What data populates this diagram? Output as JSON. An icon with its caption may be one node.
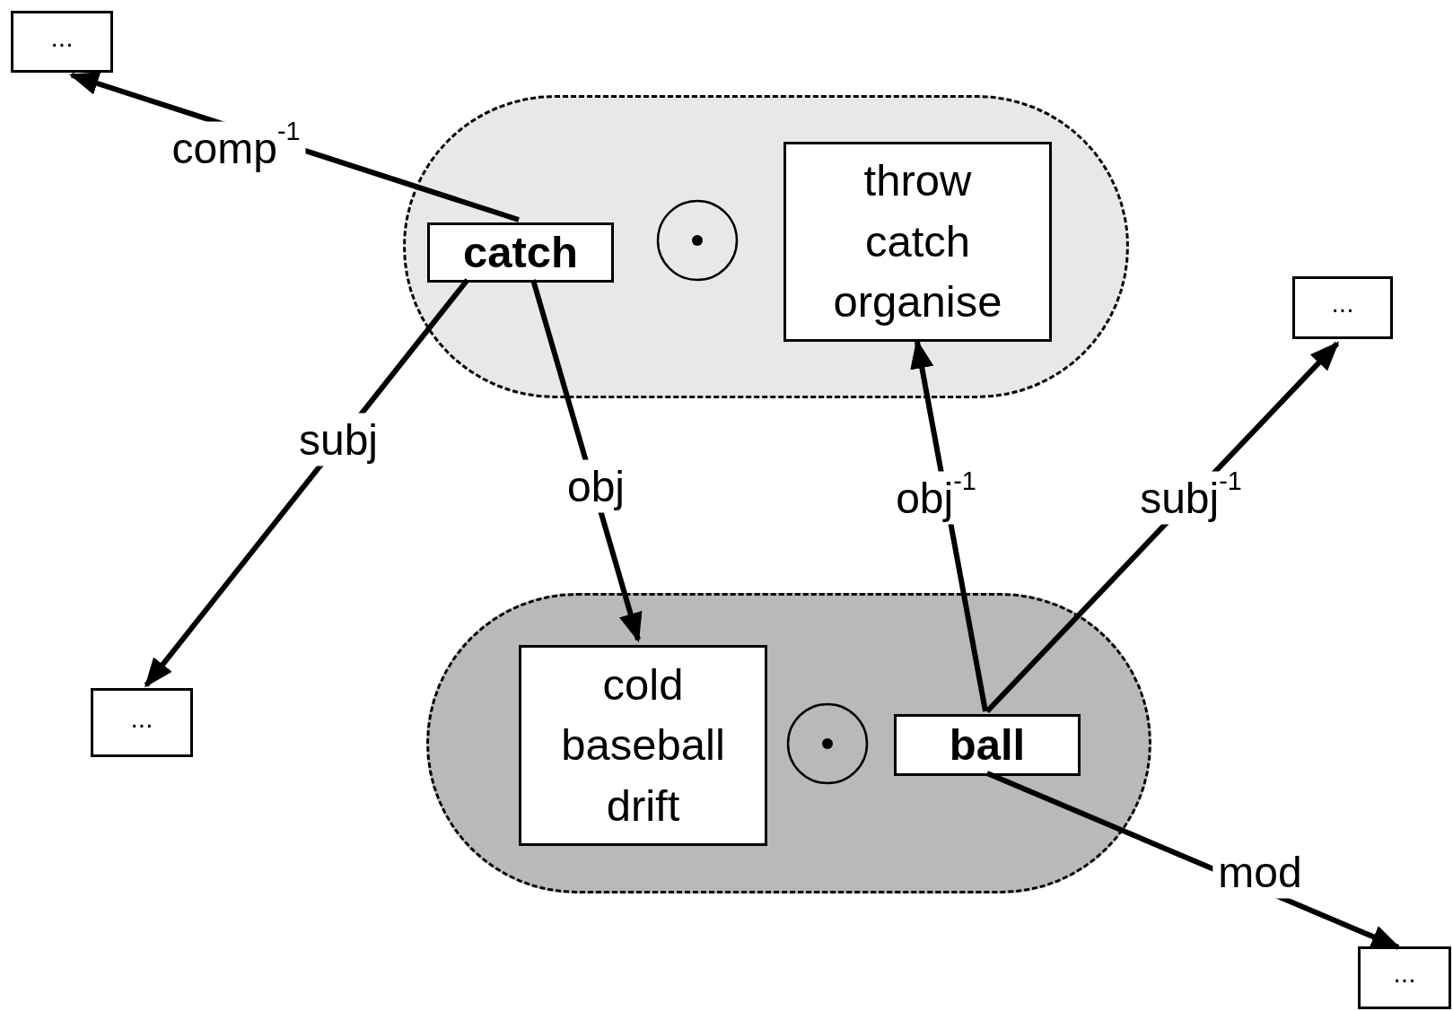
{
  "diagram": {
    "nodes": [
      {
        "text": [
          "..."
        ]
      },
      {
        "text": [],
        "shape": "box"
      },
      {
        "text": [
          "catch"
        ],
        "in": 1
      },
      {
        "text": [],
        "shape": "circle",
        "in": 1
      },
      {
        "text": [
          "throw catch organise"
        ],
        "in": 1
      },
      {
        "text": [
          "..."
        ]
      },
      {
        "text": [
          "..."
        ]
      },
      {
        "text": [],
        "shape": "box"
      },
      {
        "text": [
          "cold baseball drift"
        ],
        "in": 7
      },
      {
        "text": [],
        "shape": "circle",
        "in": 7
      },
      {
        "text": [
          "ball"
        ],
        "in": 7
      },
      {
        "text": [
          "..."
        ]
      }
    ],
    "edges": [
      {
        "from": 2,
        "to": 0,
        "arrow": "to",
        "label": "comp$^{-1}$"
      },
      {
        "from": 2,
        "to": 6,
        "arrow": "to",
        "label": "subj"
      },
      {
        "from": 2,
        "to": 8,
        "arrow": "to",
        "label": "obj"
      },
      {
        "from": 10,
        "to": 4,
        "arrow": "to",
        "label": "obj$^{-1}$"
      },
      {
        "from": 10,
        "to": 5,
        "arrow": "to",
        "label": "subj$^{-1}$"
      },
      {
        "from": 10,
        "to": 11,
        "arrow": "to",
        "label": "mod"
      }
    ]
  }
}
